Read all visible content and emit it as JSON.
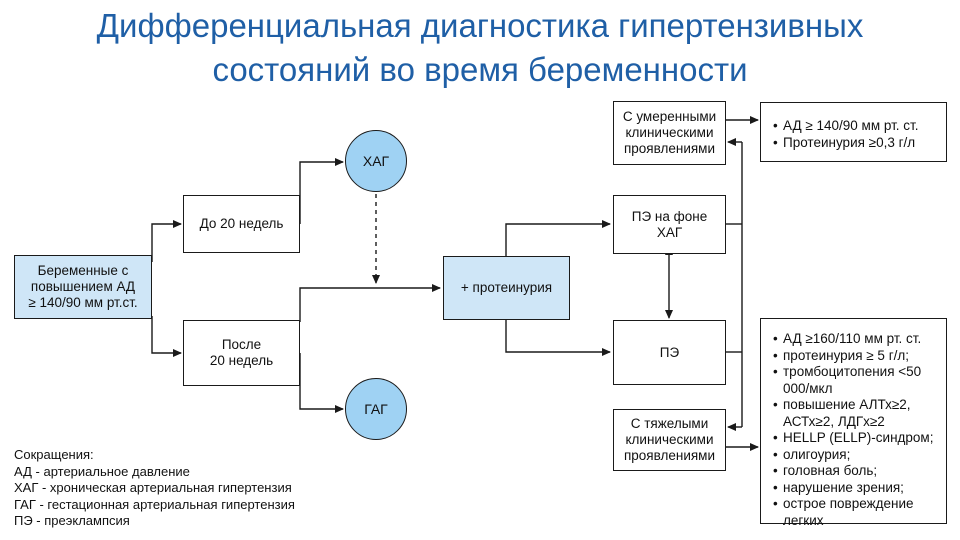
{
  "title": {
    "line1": "Дифференциальная диагностика гипертензивных",
    "line2": "состояний во время беременности"
  },
  "nodes": {
    "pregnant": [
      "Беременные с",
      "повышением АД",
      "≥ 140/90 мм рт.ст."
    ],
    "before20": "До 20 недель",
    "after20": [
      "После",
      "20 недель"
    ],
    "hag": "ХАГ",
    "gag": "ГАГ",
    "proteinuria": "+ протеинурия",
    "pe_hag": "ПЭ на фоне ХАГ",
    "pe": "ПЭ",
    "moderate": [
      "С умеренными",
      "клиническими",
      "проявлениями"
    ],
    "severe": [
      "С тяжелыми",
      "клиническими",
      "проявлениями"
    ]
  },
  "moderate_criteria": [
    "АД ≥ 140/90 мм рт. ст.",
    "Протеинурия ≥0,3 г/л"
  ],
  "severe_criteria": [
    "АД ≥160/110 мм рт. ст.",
    "протеинурия ≥ 5 г/л;",
    "тромбоцитопения <50 000/мкл",
    "повышение АЛТх≥2, АСТх≥2,  ЛДГх≥2",
    "HELLP (ELLP)-синдром;",
    "олигоурия;",
    "головная боль;",
    "нарушение зрения;",
    "острое повреждение легких"
  ],
  "abbreviations": {
    "heading": "Сокращения:",
    "items": [
      "АД - артериальное давление",
      "ХАГ - хроническая артериальная гипертензия",
      "ГАГ - гестационная артериальная гипертензия",
      "ПЭ - преэклампсия"
    ]
  }
}
